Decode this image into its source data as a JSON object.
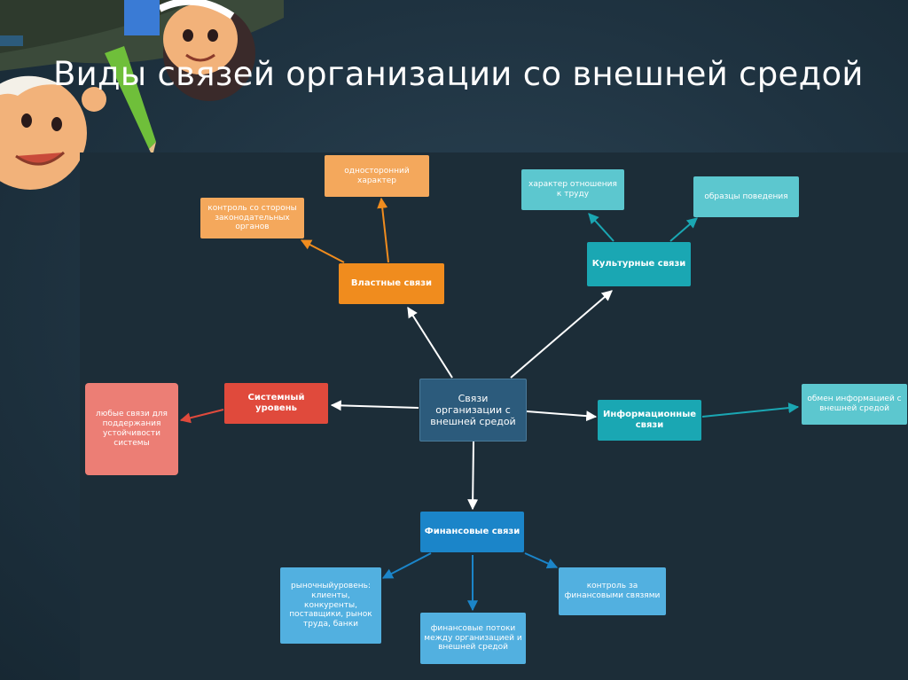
{
  "header": {
    "title": "Виды связей организации со внешней средой"
  },
  "colors": {
    "orange": "#f08c1e",
    "orange_light": "#f4a85c",
    "teal": "#1aa7b3",
    "teal_light": "#5cc7cf",
    "red": "#e04a3c",
    "red_light": "#ec7e75",
    "blue": "#1b85c9",
    "blue_light": "#52b0e0",
    "center": "#2c5b7c"
  },
  "diagram": {
    "center": "Связи организации с внешней средой",
    "power": {
      "label": "Властные связи",
      "children": [
        "контроль со стороны законодательных органов",
        "односторонний характер"
      ]
    },
    "cultural": {
      "label": "Культурные связи",
      "children": [
        "характер отношения к труду",
        "образцы поведения"
      ]
    },
    "system": {
      "label": "Системный уровень",
      "children": [
        "любые связи для поддержания устойчивости системы"
      ]
    },
    "info": {
      "label": "Информационные связи",
      "children": [
        "обмен информацией с внешней средой"
      ]
    },
    "finance": {
      "label": "Финансовые связи",
      "children": [
        "рыночныйуровень: клиенты, конкуренты, поставщики, рынок труда, банки",
        "финансовые потоки между организацией и внешней средой",
        "контроль за финансовыми связями"
      ]
    }
  }
}
